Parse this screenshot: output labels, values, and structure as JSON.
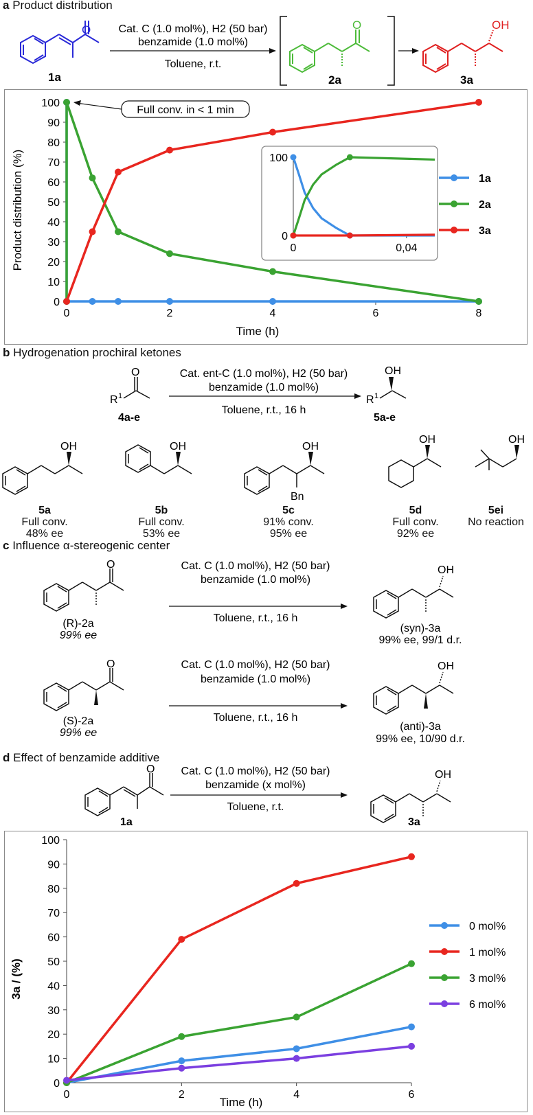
{
  "sections": {
    "a": {
      "letter": "a",
      "title": "Product distribution"
    },
    "b": {
      "letter": "b",
      "title": "Hydrogenation prochiral ketones"
    },
    "c": {
      "letter": "c",
      "title": "Influence α-stereogenic center"
    },
    "d": {
      "letter": "d",
      "title": "Effect of benzamide additive"
    }
  },
  "scheme_a": {
    "cond_line1": "Cat. C (1.0 mol%), H2 (50 bar)",
    "cond_line2": "benzamide (1.0 mol%)",
    "cond_line3": "Toluene, r.t.",
    "labels": [
      "1a",
      "2a",
      "3a"
    ],
    "colors": {
      "1a": "#2a2ad8",
      "2a": "#4dbb3a",
      "3a": "#e02020"
    }
  },
  "scheme_b": {
    "cond_line1": "Cat. ent-C (1.0 mol%), H2 (50 bar)",
    "cond_line2": "benzamide (1.0 mol%)",
    "cond_line3": "Toluene, r.t., 16 h",
    "sm_label": "4a-e",
    "pr_label": "5a-e",
    "products": [
      {
        "label": "5a",
        "line1": "Full conv.",
        "line2": "48% ee"
      },
      {
        "label": "5b",
        "line1": "Full conv.",
        "line2": "53% ee"
      },
      {
        "label": "5c",
        "line1": "91% conv.",
        "line2": "95% ee"
      },
      {
        "label": "5d",
        "line1": "Full conv.",
        "line2": "92% ee"
      },
      {
        "label": "5ei",
        "line1": "No reaction",
        "line2": ""
      }
    ]
  },
  "scheme_c": {
    "cond_line1": "Cat. C (1.0 mol%), H2 (50 bar)",
    "cond_line2": "benzamide (1.0 mol%)",
    "cond_line3": "Toluene, r.t., 16 h",
    "row1": {
      "sm_label": "(R)-2a",
      "sm_ee": "99% ee",
      "pr_label": "(syn)-3a",
      "pr_info": "99% ee, 99/1 d.r."
    },
    "row2": {
      "sm_label": "(S)-2a",
      "sm_ee": "99% ee",
      "pr_label": "(anti)-3a",
      "pr_info": "99% ee, 10/90 d.r."
    }
  },
  "scheme_d": {
    "cond_line1": "Cat. C (1.0 mol%), H2 (50 bar)",
    "cond_line2": "benzamide (x mol%)",
    "cond_line3": "Toluene, r.t.",
    "sm_label": "1a",
    "pr_label": "3a"
  },
  "chart_data": [
    {
      "type": "line",
      "xlabel": "Time (h)",
      "ylabel": "Product distribution (%)",
      "xlim": [
        0,
        8
      ],
      "ylim": [
        0,
        100
      ],
      "xticks": [
        0,
        2,
        4,
        6,
        8
      ],
      "yticks": [
        0,
        10,
        20,
        30,
        40,
        50,
        60,
        70,
        80,
        90,
        100
      ],
      "legend_position": "right",
      "annotation": "Full conv. in < 1 min",
      "series": [
        {
          "name": "1a",
          "color": "#3f8fe6",
          "x": [
            0,
            0,
            0.5,
            1,
            2,
            4,
            8
          ],
          "y": [
            100,
            0,
            0,
            0,
            0,
            0,
            0
          ]
        },
        {
          "name": "2a",
          "color": "#3aa332",
          "x": [
            0,
            0,
            0.5,
            1,
            2,
            4,
            8
          ],
          "y": [
            0,
            100,
            62,
            35,
            24,
            15,
            0
          ]
        },
        {
          "name": "3a",
          "color": "#e8261f",
          "x": [
            0,
            0.5,
            1,
            2,
            4,
            8
          ],
          "y": [
            0,
            35,
            65,
            76,
            85,
            100
          ]
        }
      ],
      "inset": {
        "xticks": [
          "0",
          "0,04"
        ],
        "yticks": [
          "0",
          "100"
        ],
        "series": [
          {
            "name": "1a",
            "x": [
              0,
              0.002,
              0.004,
              0.007,
              0.01,
              0.015,
              0.02,
              0.03,
              0.04,
              0.05
            ],
            "y": [
              100,
              78,
              55,
              35,
              22,
              10,
              0,
              0,
              0,
              0
            ]
          },
          {
            "name": "2a",
            "x": [
              0,
              0.002,
              0.004,
              0.007,
              0.01,
              0.015,
              0.02,
              0.03,
              0.04,
              0.05
            ],
            "y": [
              0,
              22,
              45,
              65,
              78,
              90,
              100,
              99,
              98,
              97
            ]
          },
          {
            "name": "3a",
            "x": [
              0,
              0.02,
              0.05
            ],
            "y": [
              0,
              0,
              1
            ]
          }
        ]
      }
    },
    {
      "type": "line",
      "xlabel": "Time (h)",
      "ylabel": "3a / (%)",
      "xlim": [
        0,
        6
      ],
      "ylim": [
        0,
        100
      ],
      "xticks": [
        0,
        2,
        4,
        6
      ],
      "yticks": [
        0,
        10,
        20,
        30,
        40,
        50,
        60,
        70,
        80,
        90,
        100
      ],
      "legend_position": "right",
      "series": [
        {
          "name": "0 mol%",
          "color": "#3f8fe6",
          "x": [
            0,
            2,
            4,
            6
          ],
          "y": [
            0,
            9,
            14,
            23
          ]
        },
        {
          "name": "1 mol%",
          "color": "#e8261f",
          "x": [
            0,
            2,
            4,
            6
          ],
          "y": [
            0,
            59,
            82,
            93
          ]
        },
        {
          "name": "3 mol%",
          "color": "#3aa332",
          "x": [
            0,
            2,
            4,
            6
          ],
          "y": [
            0,
            19,
            27,
            49
          ]
        },
        {
          "name": "6 mol%",
          "color": "#7b3fe0",
          "x": [
            0,
            2,
            4,
            6
          ],
          "y": [
            1,
            6,
            10,
            15
          ]
        }
      ]
    }
  ]
}
